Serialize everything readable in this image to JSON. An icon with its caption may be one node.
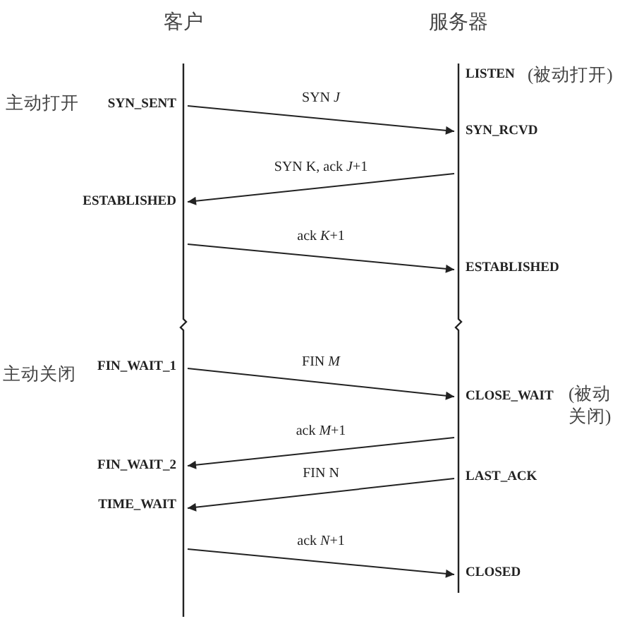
{
  "diagram": {
    "nodes": [
      {
        "text": [
          "客户"
        ]
      },
      {
        "text": [
          "服务器"
        ]
      }
    ],
    "edges": [
      {
        "from": 0,
        "to": 1,
        "arrow": "to",
        "label": "SYN *J*"
      },
      {
        "from": 1,
        "to": 0,
        "arrow": "to",
        "label": "SYN K, ack *J*+1"
      },
      {
        "from": 0,
        "to": 1,
        "arrow": "to",
        "label": "ack *K*+1"
      },
      {
        "from": 0,
        "to": 1,
        "arrow": "to",
        "label": "FIN *M*"
      },
      {
        "from": 1,
        "to": 0,
        "arrow": "to",
        "label": "ack *M*+1"
      },
      {
        "from": 1,
        "to": 0,
        "arrow": "to",
        "label": "FIN N"
      },
      {
        "from": 0,
        "to": 1,
        "arrow": "to",
        "label": "ack *N*+1"
      }
    ],
    "labels": [
      "LISTEN",
      "(被动打开)",
      "主动打开",
      "SYN_SENT",
      "SYN_RCVD",
      "ESTABLISHED",
      "ESTABLISHED",
      "主动关闭",
      "FIN_WAIT_1",
      "CLOSE_WAIT",
      "(被动关闭)",
      "FIN_WAIT_2",
      "LAST_ACK",
      "TIME_WAIT",
      "CLOSED"
    ]
  }
}
